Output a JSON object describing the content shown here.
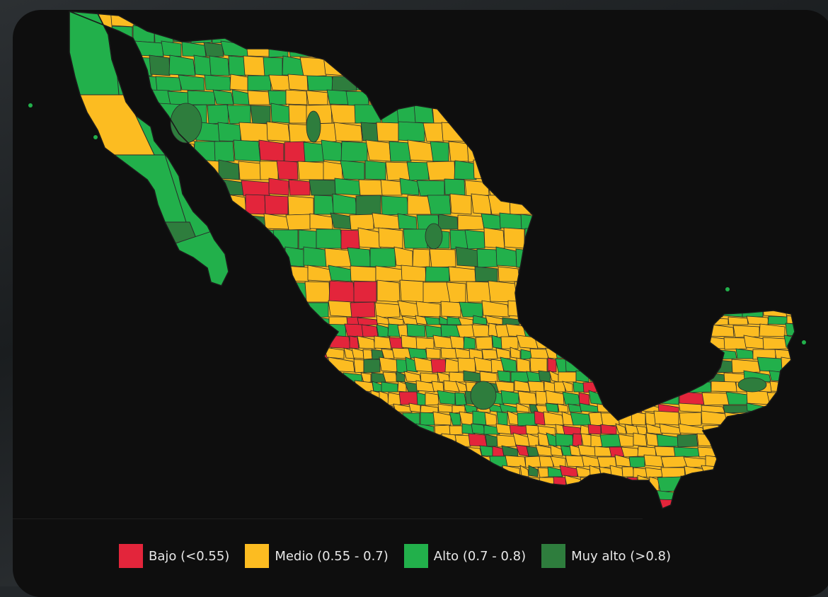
{
  "map": {
    "region": "Mexico municipalities",
    "colors": {
      "bajo": "#e3253b",
      "medio": "#fcbc21",
      "alto": "#22b04b",
      "muy_alto": "#2e7d3d",
      "border": "#2a2a2a",
      "background": "#0e0e0e"
    }
  },
  "legend": {
    "items": [
      {
        "label": "Bajo (<0.55)",
        "color": "#e3253b"
      },
      {
        "label": "Medio (0.55 - 0.7)",
        "color": "#fcbc21"
      },
      {
        "label": "Alto (0.7 - 0.8)",
        "color": "#22b04b"
      },
      {
        "label": "Muy alto (>0.8)",
        "color": "#2e7d3d"
      }
    ]
  }
}
